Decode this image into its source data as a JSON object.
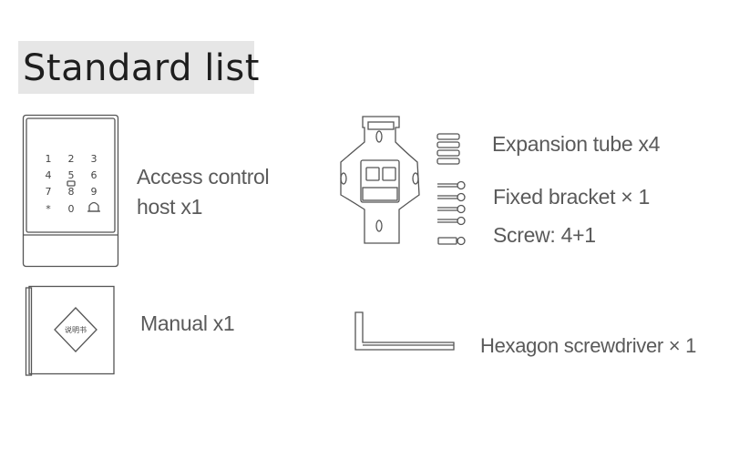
{
  "title": "Standard list",
  "items": {
    "access_host": {
      "line1": "Access control",
      "line2": "host x1"
    },
    "manual": {
      "label": "Manual x1",
      "book_text": "说明书"
    },
    "expansion_tube": {
      "label": "Expansion tube x4"
    },
    "fixed_bracket": {
      "label": "Fixed bracket × 1"
    },
    "screw": {
      "label": "Screw: 4+1"
    },
    "hex_screwdriver": {
      "label": "Hexagon screwdriver × 1"
    }
  },
  "keypad": [
    "1",
    "2",
    "3",
    "4",
    "5",
    "6",
    "7",
    "8",
    "9",
    "*",
    "0",
    "bell"
  ],
  "colors": {
    "title_bg": "#e6e6e6",
    "title_text": "#1e1e1e",
    "label_text": "#5a5a5a",
    "line": "#555555"
  }
}
